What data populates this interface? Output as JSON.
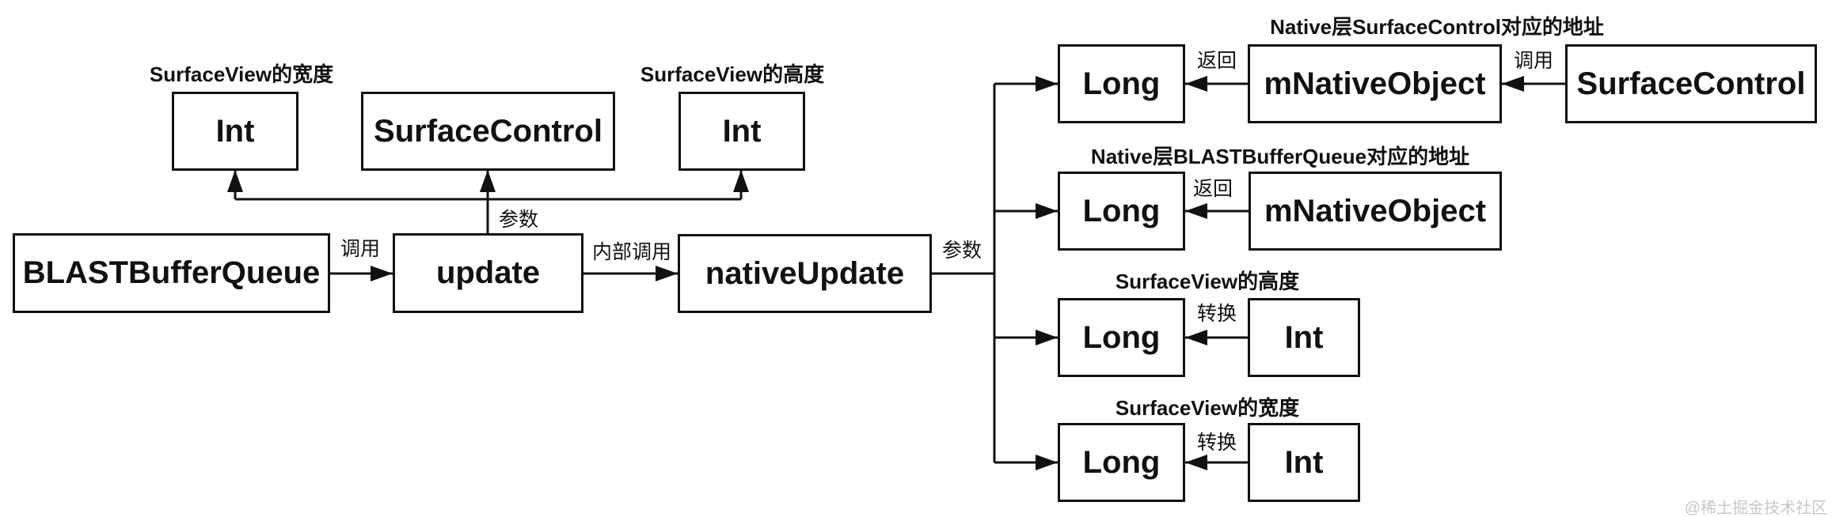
{
  "watermark": "@稀土掘金技术社区",
  "boxes": {
    "int_width": "Int",
    "surface_control_param": "SurfaceControl",
    "int_height": "Int",
    "blast_buffer_queue": "BLASTBufferQueue",
    "update": "update",
    "native_update": "nativeUpdate",
    "long_sc": "Long",
    "mnative_sc": "mNativeObject",
    "surface_control_src": "SurfaceControl",
    "long_bbq": "Long",
    "mnative_bbq": "mNativeObject",
    "long_height": "Long",
    "int_height_src": "Int",
    "long_width": "Long",
    "int_width_src": "Int"
  },
  "captions": {
    "surfaceview_width_top": "SurfaceView的宽度",
    "surfaceview_height_top": "SurfaceView的高度",
    "native_sc_addr": "Native层SurfaceControl对应的地址",
    "native_bbq_addr": "Native层BLASTBufferQueue对应的地址",
    "surfaceview_height_right": "SurfaceView的高度",
    "surfaceview_width_right": "SurfaceView的宽度"
  },
  "edge_labels": {
    "call_blast_update": "调用",
    "internal_call": "内部调用",
    "param_up": "参数",
    "param_right": "参数",
    "return_sc": "返回",
    "call_sc": "调用",
    "return_bbq": "返回",
    "convert_height": "转换",
    "convert_width": "转换"
  }
}
